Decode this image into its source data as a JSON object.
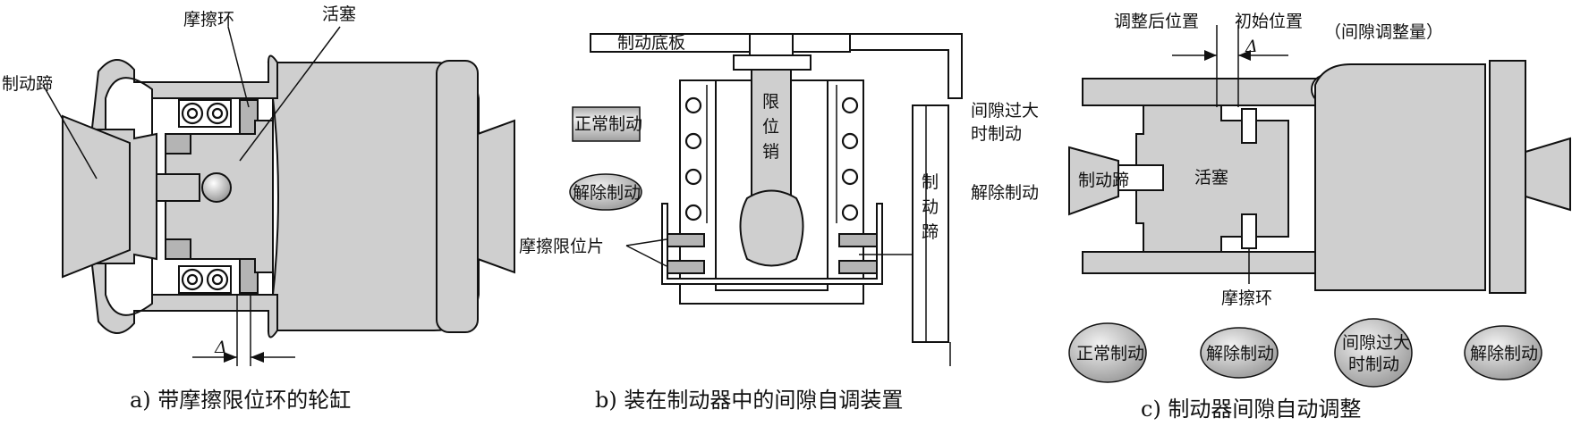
{
  "panel_a": {
    "label_friction_ring": "摩擦环",
    "label_piston": "活塞",
    "label_brake_shoe": "制动蹄",
    "label_delta": "Δ",
    "caption": "a) 带摩擦限位环的轮缸"
  },
  "panel_b": {
    "label_base_plate": "制动底板",
    "label_limit_pin": "限位销",
    "label_limit_pin_chars": [
      "限",
      "位",
      "销"
    ],
    "state_normal": "正常制动",
    "state_release": "解除制动",
    "label_friction_stop": "摩擦限位片",
    "label_shoe": "制动蹄",
    "label_shoe_chars": [
      "制",
      "动",
      "蹄"
    ],
    "label_excess_gap": "间隙过大时制动",
    "label_excess_gap_lines": [
      "间隙过大",
      "时制动"
    ],
    "label_release": "解除制动",
    "caption": "b) 装在制动器中的间隙自调装置"
  },
  "panel_c": {
    "label_adjusted_pos": "调整后位置",
    "label_initial_pos": "初始位置",
    "label_delta": "Δ",
    "label_gap_amount": "（间隙调整量）",
    "label_shoe": "制动蹄",
    "label_piston": "活塞",
    "label_friction_ring": "摩擦环",
    "states": [
      {
        "lines": [
          "正常制动"
        ]
      },
      {
        "lines": [
          "解除制动"
        ]
      },
      {
        "lines": [
          "间隙过大",
          "时制动"
        ]
      },
      {
        "lines": [
          "解除制动"
        ]
      }
    ],
    "caption": "c) 制动器间隙自动调整"
  },
  "colors": {
    "metal": "#cfcfcf",
    "metal_dark": "#b4b4b4",
    "stroke": "#111111"
  }
}
